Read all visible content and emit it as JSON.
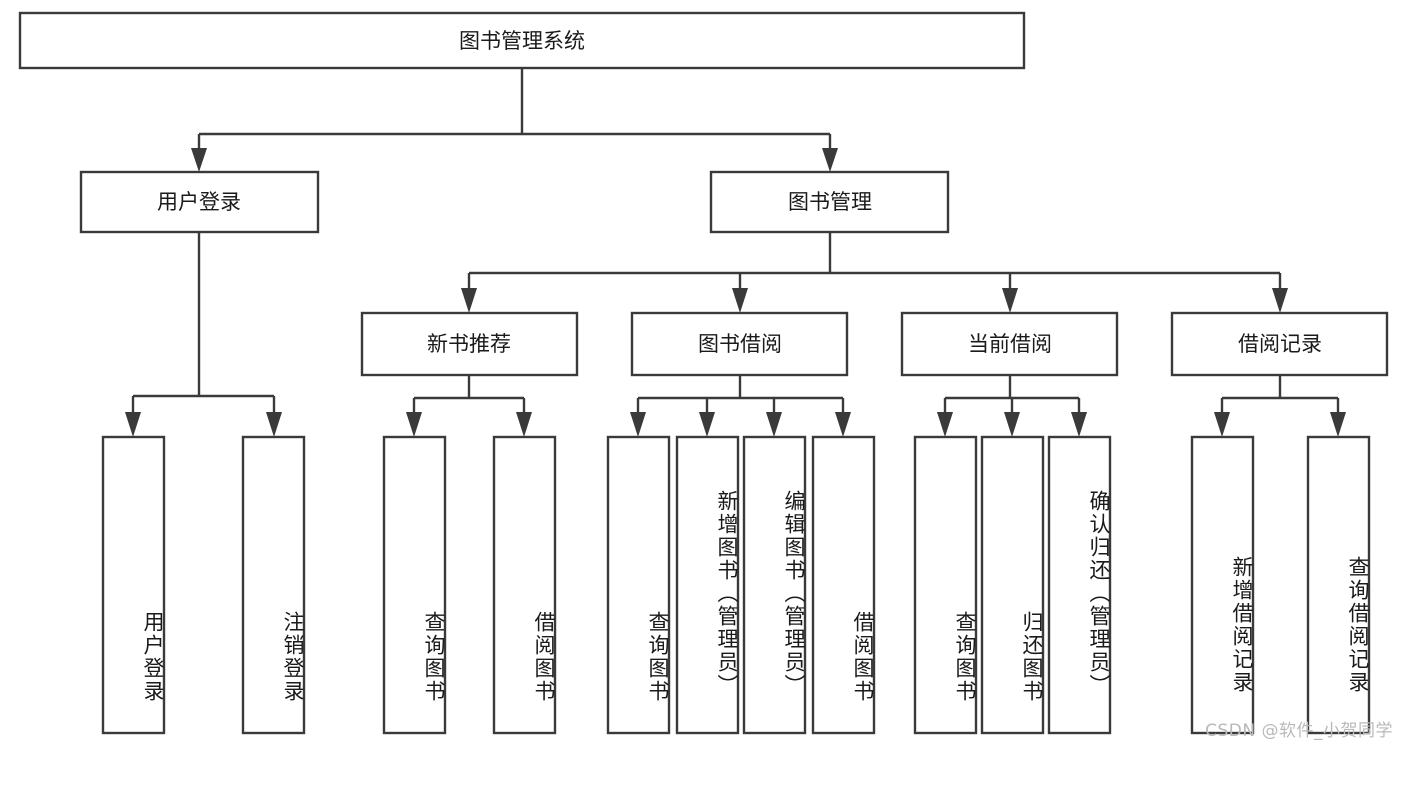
{
  "diagram": {
    "title": "图书管理系统",
    "type": "tree-hierarchy",
    "root": {
      "id": "root",
      "label": "图书管理系统",
      "orientation": "horizontal"
    },
    "level2": [
      {
        "id": "user-login",
        "label": "用户登录",
        "orientation": "horizontal"
      },
      {
        "id": "book-manage",
        "label": "图书管理",
        "orientation": "horizontal"
      }
    ],
    "level3": [
      {
        "id": "new-book-recommend",
        "label": "新书推荐",
        "orientation": "horizontal",
        "parent": "book-manage"
      },
      {
        "id": "book-borrow",
        "label": "图书借阅",
        "orientation": "horizontal",
        "parent": "book-manage"
      },
      {
        "id": "current-borrow",
        "label": "当前借阅",
        "orientation": "horizontal",
        "parent": "book-manage"
      },
      {
        "id": "borrow-record",
        "label": "借阅记录",
        "orientation": "horizontal",
        "parent": "book-manage"
      }
    ],
    "leaves": [
      {
        "id": "leaf-user-login",
        "label": "用户登录",
        "parent": "user-login",
        "orientation": "vertical"
      },
      {
        "id": "leaf-user-logout",
        "label": "注销登录",
        "parent": "user-login",
        "orientation": "vertical"
      },
      {
        "id": "leaf-query-book-1",
        "label": "查询图书",
        "parent": "new-book-recommend",
        "orientation": "vertical"
      },
      {
        "id": "leaf-borrow-book-1",
        "label": "借阅图书",
        "parent": "new-book-recommend",
        "orientation": "vertical"
      },
      {
        "id": "leaf-query-book-2",
        "label": "查询图书",
        "parent": "book-borrow",
        "orientation": "vertical"
      },
      {
        "id": "leaf-add-book",
        "label": "新增图书（管理员）",
        "parent": "book-borrow",
        "orientation": "vertical"
      },
      {
        "id": "leaf-edit-book",
        "label": "编辑图书（管理员）",
        "parent": "book-borrow",
        "orientation": "vertical"
      },
      {
        "id": "leaf-borrow-book-2",
        "label": "借阅图书",
        "parent": "book-borrow",
        "orientation": "vertical"
      },
      {
        "id": "leaf-query-book-3",
        "label": "查询图书",
        "parent": "current-borrow",
        "orientation": "vertical"
      },
      {
        "id": "leaf-return-book",
        "label": "归还图书",
        "parent": "current-borrow",
        "orientation": "vertical"
      },
      {
        "id": "leaf-confirm-return",
        "label": "确认归还（管理员）",
        "parent": "current-borrow",
        "orientation": "vertical"
      },
      {
        "id": "leaf-add-record",
        "label": "新增借阅记录",
        "parent": "borrow-record",
        "orientation": "vertical"
      },
      {
        "id": "leaf-query-record",
        "label": "查询借阅记录",
        "parent": "borrow-record",
        "orientation": "vertical"
      }
    ]
  },
  "watermark": {
    "text": "CSDN @软件_小贺同学"
  },
  "colors": {
    "stroke": "#3a3a3a",
    "fill": "#ffffff",
    "text": "#1a1a1a",
    "watermark": "#b9b9b9",
    "background": "#ffffff"
  }
}
